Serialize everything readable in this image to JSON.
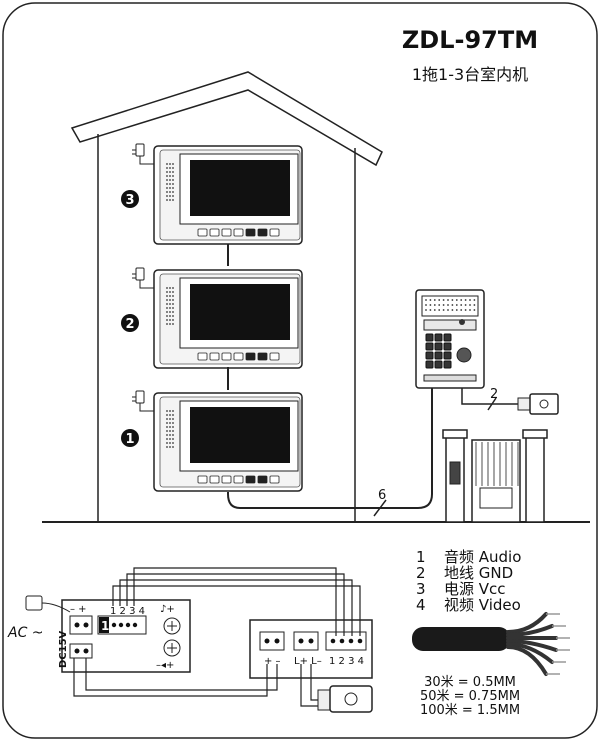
{
  "header": {
    "model": "ZDL-97TM",
    "subtitle": "1拖1-3台室内机"
  },
  "floors": [
    {
      "marker": "❸",
      "label": "3"
    },
    {
      "marker": "❷",
      "label": "2"
    },
    {
      "marker": "❶",
      "label": "1"
    }
  ],
  "wire_counts": {
    "outdoor_to_lock": "2",
    "outdoor_to_indoor": "6"
  },
  "wiring_legend": [
    {
      "num": "1",
      "text": "音频 Audio"
    },
    {
      "num": "2",
      "text": "地线 GND"
    },
    {
      "num": "3",
      "text": "电源 Vcc"
    },
    {
      "num": "4",
      "text": "视频 Video"
    }
  ],
  "cable_specs": [
    {
      "text": "30米 = 0.5MM"
    },
    {
      "text": "50米 = 0.75MM"
    },
    {
      "text": "100米 = 1.5MM"
    }
  ],
  "board": {
    "ac_label": "AC ~",
    "dc_label": "DC15V",
    "minus_plus": "– +",
    "pins": "1 2 3 4",
    "port_marker": "1",
    "music_plus": "♪+",
    "minus_plus_right": "–◂+"
  },
  "outdoor_terminals": {
    "power_label": "+ –",
    "lock_label": "L+ L–",
    "pins": "1 2 3 4"
  }
}
